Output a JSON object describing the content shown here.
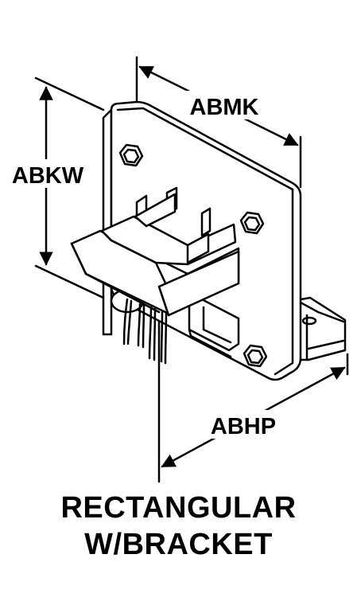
{
  "labels": {
    "top_dimension": "ABMK",
    "left_dimension": "ABKW",
    "bottom_dimension": "ABHP"
  },
  "caption": {
    "line1": "RECTANGULAR",
    "line2": "W/BRACKET"
  },
  "icons": [
    "hex-bolt-icon",
    "terminal-pin-icon",
    "dimension-arrow-icon"
  ],
  "colors": {
    "ink": "#000000",
    "paper": "#ffffff"
  }
}
